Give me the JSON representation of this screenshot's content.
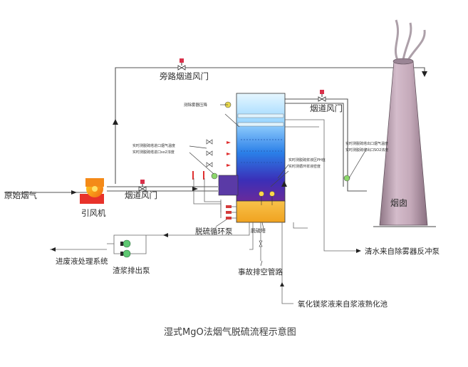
{
  "labels": {
    "bypass_damper": "旁路烟道风门",
    "flue_damper_top": "烟道风门",
    "raw_flue_gas": "原始烟气",
    "induced_fan": "引风机",
    "flue_damper_inlet": "烟道风门",
    "chimney": "烟囱",
    "mist_pressure_drop": "测除雾器压降",
    "inlet_temp": "实时测脱硫塔进口烟气温度",
    "inlet_so2": "实时测脱硫塔进口so2浓度",
    "slurry_ph": "实时测脱硫浆液区PH值",
    "slurry_density": "实时测循环浆液密度",
    "outlet_temp": "实时测脱硫塔出口烟气温度",
    "outlet_so2": "实时测脱硫塔出口SO2浓度",
    "recirc_pump": "脱硫循环泵",
    "tower": "脱硫塔",
    "waste_system": "进废液处理系统",
    "slurry_pump": "渣浆排出泵",
    "emergency_pipe": "事故排空管路",
    "clean_water": "清水来自除雾器反冲泵",
    "mgo_slurry": "氧化镁浆液来自浆液熟化池",
    "caption": "湿式MgO法烟气脱硫流程示意图"
  },
  "colors": {
    "pipe": "#555555",
    "tower_top": "#c8ecff",
    "tower_mid": "#2a7fe8",
    "tower_low": "#5a2ea0",
    "tank": "#f5b22e",
    "stack": "#b69aac",
    "fan": "#f07a1c",
    "valve": "#3a3a3a",
    "pump": "#58c46a"
  }
}
